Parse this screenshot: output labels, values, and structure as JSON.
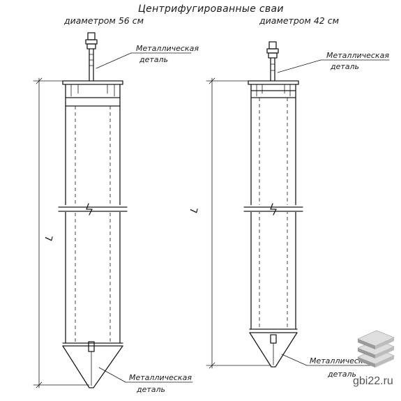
{
  "title": "Центрифугированные   сваи",
  "piles": [
    {
      "id": "pile-56",
      "diameter_label": "диаметром 56 см",
      "top_part_label": [
        "Металлическая",
        "деталь"
      ],
      "bottom_part_label": [
        "Металлическая",
        "деталь"
      ],
      "length_symbol": "L"
    },
    {
      "id": "pile-42",
      "diameter_label": "диаметром 42 см",
      "top_part_label": [
        "Металлическая",
        "деталь"
      ],
      "bottom_part_label": [
        "Металлическая",
        "деталь"
      ],
      "length_symbol": "L"
    }
  ],
  "watermark": {
    "text": "gbi22.ru",
    "colors": [
      "#9a9a9a",
      "#bdbdbd",
      "#dedede"
    ]
  }
}
